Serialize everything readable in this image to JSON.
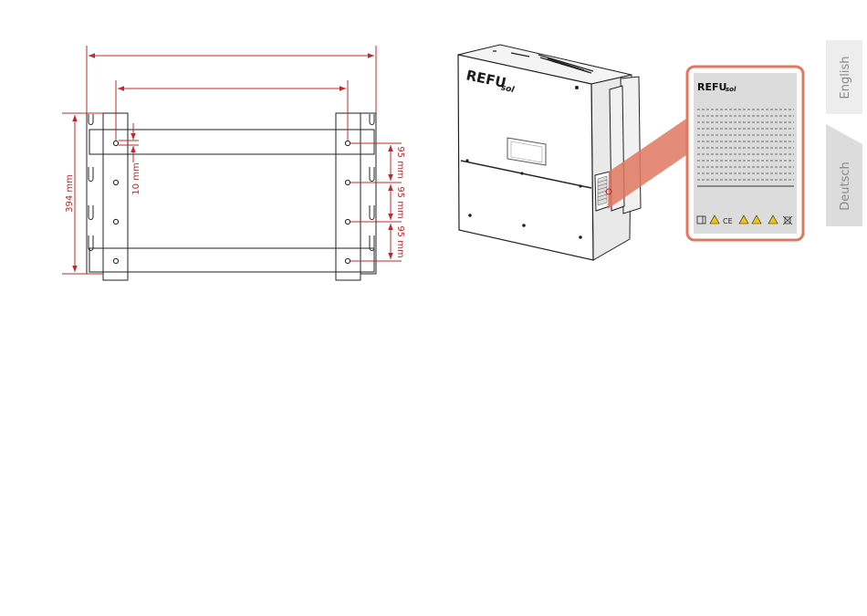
{
  "language_tabs": [
    {
      "label": "English",
      "active": true
    },
    {
      "label": "Deutsch",
      "active": false
    }
  ],
  "mounting_drawing": {
    "dimensions": {
      "height": "394 mm",
      "hole_offset": "10 mm",
      "spacing_1": "95 mm",
      "spacing_2": "95 mm",
      "spacing_3": "95 mm"
    }
  },
  "inverter": {
    "logo_main": "REFU",
    "logo_sub": "sol"
  },
  "type_label": {
    "logo_main": "REFU",
    "logo_sub": "sol",
    "symbols": [
      "CE"
    ]
  },
  "colors": {
    "accent": "#c0282e",
    "callout_fill": "#e07860",
    "label_bg": "#dcdcdc",
    "tab_active": "#ededed",
    "tab_inactive": "#dcdcdc"
  }
}
